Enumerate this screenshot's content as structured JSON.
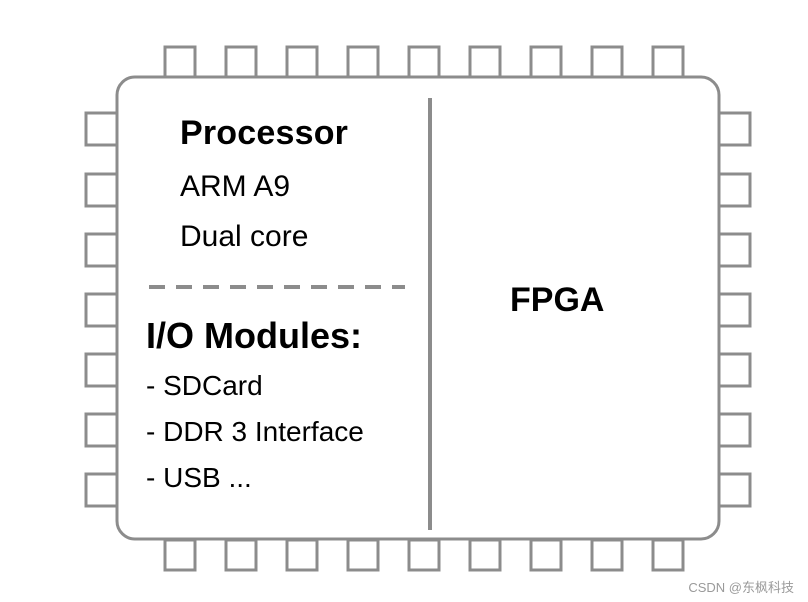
{
  "processor": {
    "title": "Processor",
    "lines": [
      "ARM A9",
      "Dual core"
    ]
  },
  "io_modules": {
    "title": "I/O Modules:",
    "items": [
      "- SDCard",
      "- DDR 3 Interface",
      "-  USB ..."
    ]
  },
  "fpga": {
    "label": "FPGA"
  },
  "watermark": "CSDN @东枫科技",
  "colors": {
    "outline": "#8c8c8c",
    "divider": "#8c8c8c",
    "dashes": "#8c8c8c",
    "text": "#000000"
  }
}
